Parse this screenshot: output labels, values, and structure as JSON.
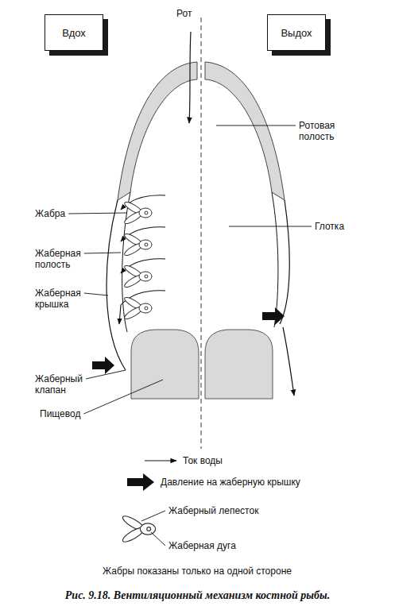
{
  "diagram": {
    "caption": "Рис. 9.18. Вентиляционный механизм костной рыбы.",
    "nodes": [
      {
        "text": [
          "Вдох"
        ]
      },
      {
        "text": [
          "Выдох"
        ]
      }
    ],
    "labels": [
      "Рот",
      "Ротовая полость",
      "Жабра",
      "Глотка",
      "Жаберная полость",
      "Жаберная крышка",
      "Жаберный клапан",
      "Пищевод",
      "Жаберный лепесток",
      "Жаберная дуга",
      "Жабры показаны только на одной стороне"
    ],
    "legend": [
      {
        "text": "Ток воды"
      },
      {
        "text": "Давление на жаберную крышку"
      }
    ]
  }
}
